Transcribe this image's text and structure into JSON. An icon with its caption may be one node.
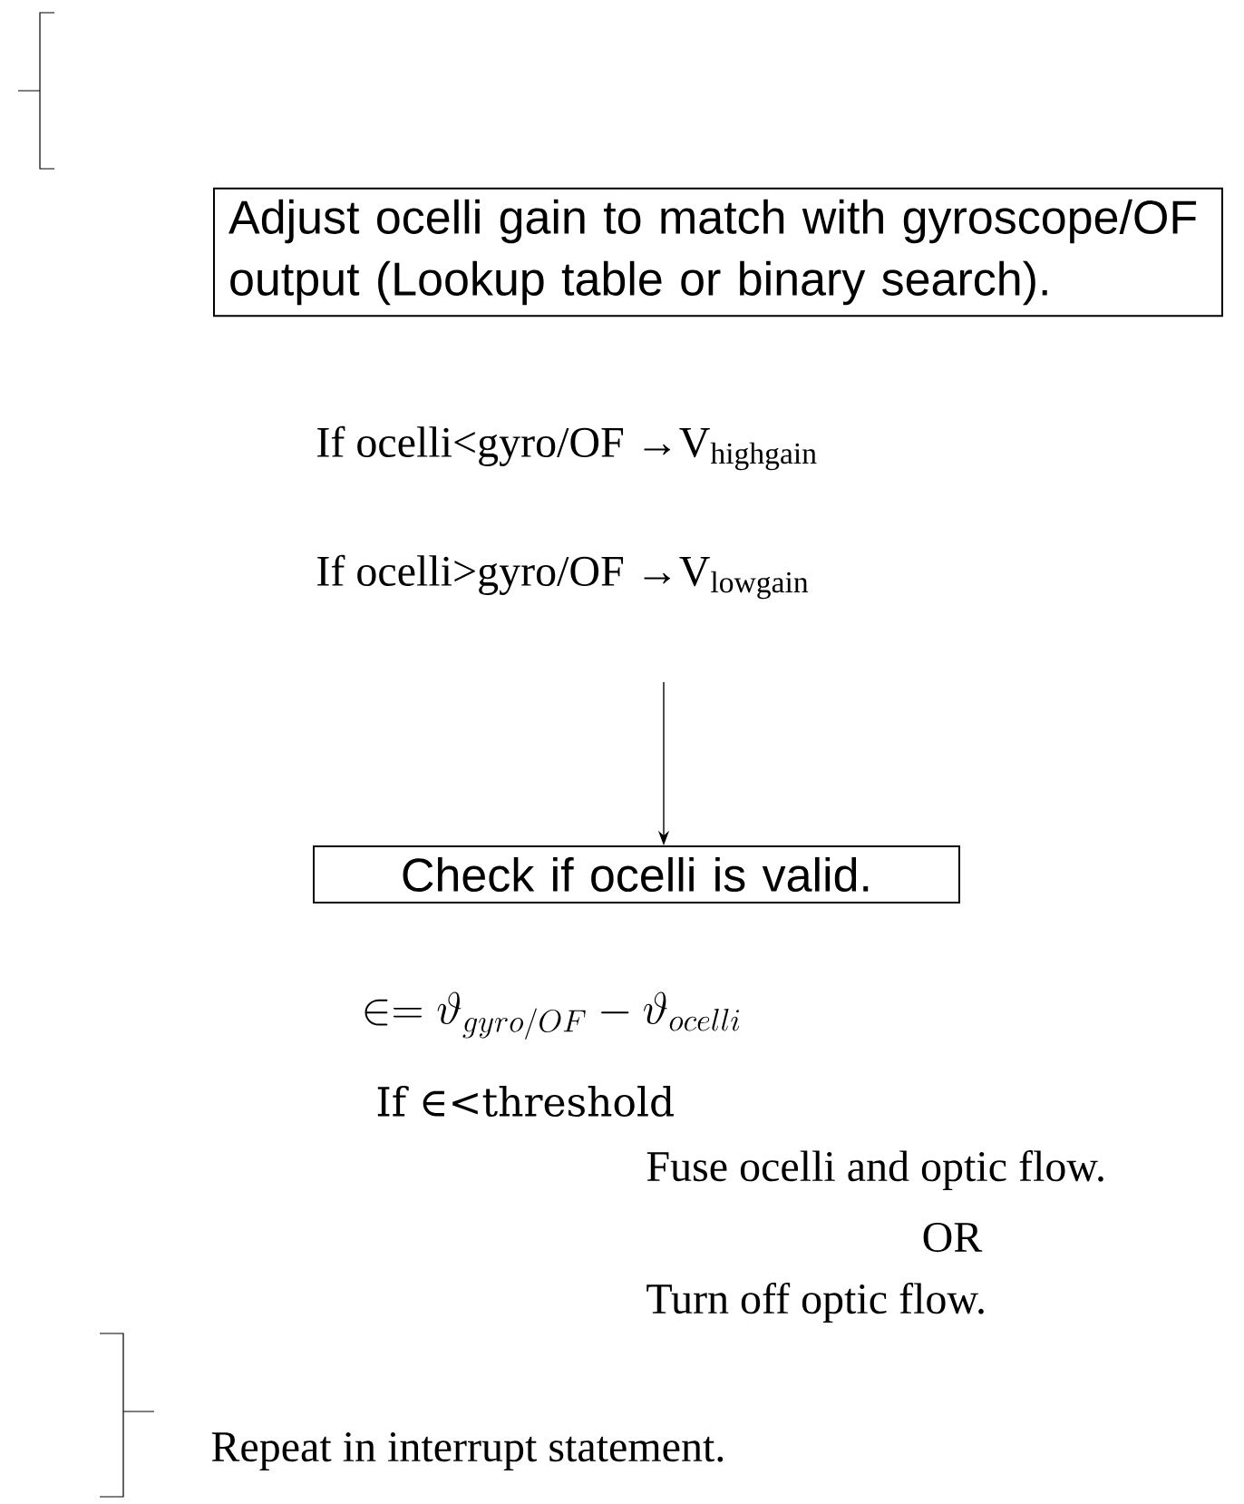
{
  "diagram": {
    "nodes": [
      {
        "text": [
          "Adjust ocelli gain to match with gyroscope/OF output (Lookup table or binary search)."
        ]
      },
      {
        "text": [
          "Check if ocelli is valid."
        ]
      }
    ],
    "edges": [
      {
        "from": null,
        "to": 1,
        "arrow": "to"
      }
    ],
    "labels": [
      "If ocelli<gyro/OF →V$_{highgain}$",
      "If ocelli>gyro/OF →V$_{lowgain}$",
      "\\in= \\vartheta_{gyro/OF} -\\vartheta_{ocelli}",
      "If ∈<threshold",
      "Fuse ocelli and optic flow.",
      "OR",
      "Turn off optic flow.",
      "Repeat in interrupt statement."
    ]
  }
}
